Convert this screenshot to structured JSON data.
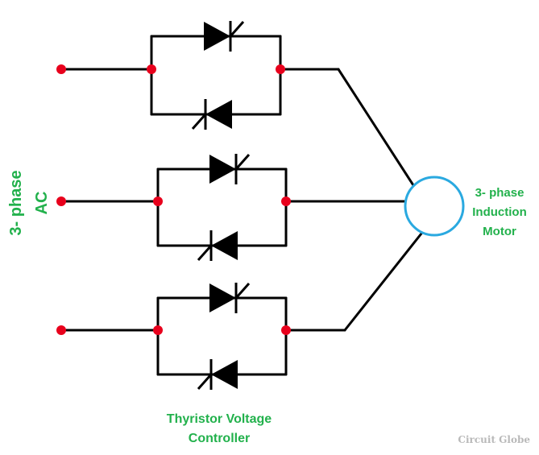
{
  "labels": {
    "source_line1": "3- phase",
    "source_line2": "AC",
    "motor_line1": "3- phase",
    "motor_line2": "Induction",
    "motor_line3": "Motor",
    "controller_line1": "Thyristor Voltage",
    "controller_line2": "Controller",
    "watermark": "Circuit Globe"
  },
  "colors": {
    "wire": "#000000",
    "node": "#e8001c",
    "label": "#22b14c",
    "motor_outline": "#2aa9e0",
    "watermark": "#b9b9b9"
  },
  "icons": {
    "thyristor": "thyristor-icon",
    "motor": "motor-circle-icon",
    "node": "junction-dot-icon"
  }
}
